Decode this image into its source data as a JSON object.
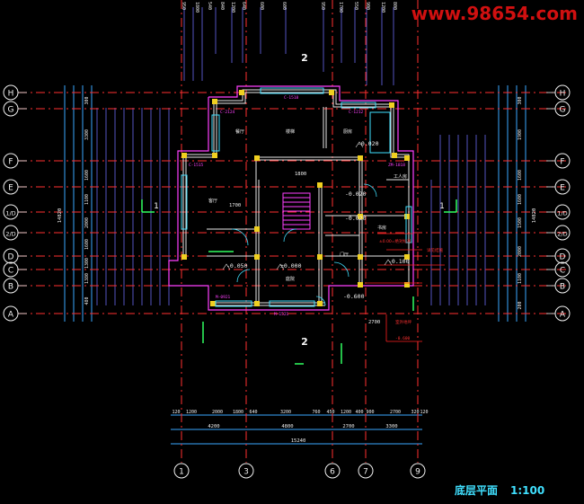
{
  "watermark": "www.98654.com",
  "drawing_title": "底层平面",
  "drawing_scale": "1:100",
  "grid_rows": [
    "H",
    "G",
    "F",
    "E",
    "1/D",
    "2/D",
    "D",
    "C",
    "B",
    "A"
  ],
  "grid_cols": [
    "1",
    "3",
    "6",
    "7",
    "9"
  ],
  "section_mark": "2",
  "section_side_mark": "1",
  "top_dims": [
    "950",
    "1800",
    "540",
    "840",
    "1200",
    "640",
    "600",
    "600",
    "950",
    "1700",
    "550",
    "900",
    "1200",
    "800"
  ],
  "bottom_dims_row1": [
    "120",
    "1200",
    "2000",
    "1800",
    "640",
    "3200",
    "760",
    "450",
    "1200",
    "400",
    "900",
    "2700",
    "320",
    "120"
  ],
  "bottom_dims_row2": [
    "4200",
    "4800",
    "2700",
    "3300"
  ],
  "bottom_total": "15240",
  "left_dims": [
    "300",
    "3300",
    "1600",
    "1100",
    "2000",
    "1600",
    "1300",
    "1380",
    "480"
  ],
  "left_total": "14820",
  "right_dims": [
    "300",
    "1900",
    "1600",
    "1600",
    "1500",
    "2000",
    "1100",
    "200"
  ],
  "right_total": "14820",
  "rooms": {
    "dining": "餐厅",
    "living": "客厅",
    "kitchen": "厨房",
    "worker": "工人房",
    "study": "书房",
    "entrance": "门厅",
    "stair": "楼梯",
    "yard": "庭院"
  },
  "levels": [
    "-0.020",
    "-0.020",
    "-0.020",
    "-0.050",
    "±0.000",
    "-0.100",
    "-0.600"
  ],
  "window_tags": [
    "C-2124",
    "C-1518",
    "C-1212",
    "C-1515",
    "M-0921",
    "M-1521",
    "ZM-1818"
  ],
  "red_notes": [
    "±0.00=绝对标高",
    "详见结施",
    "室外地坪",
    "-0.600"
  ],
  "dim_1800": "1800",
  "dim_1700": "1700",
  "dim_2700": "2700"
}
